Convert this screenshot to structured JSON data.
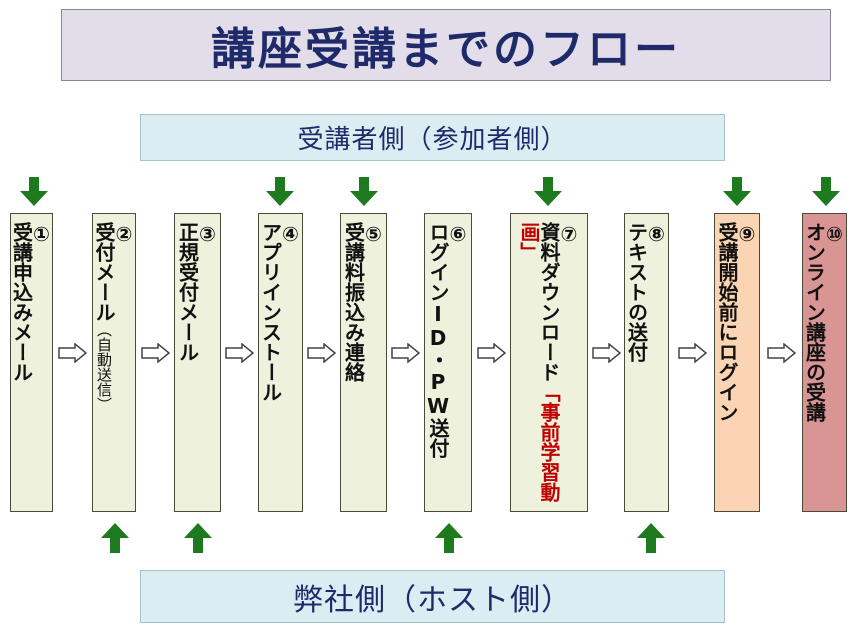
{
  "title": "講座受講までのフロー",
  "participant_label": "受講者側（参加者側）",
  "host_label": "弊社側（ホスト側）",
  "steps": [
    {
      "num": "①",
      "text": "受講申込みメール"
    },
    {
      "num": "②",
      "text": "受付メール",
      "sub": "（自動送信）"
    },
    {
      "num": "③",
      "text": "正規受付メール"
    },
    {
      "num": "④",
      "text": "アプリインストール"
    },
    {
      "num": "⑤",
      "text": "受講料振込み連絡"
    },
    {
      "num": "⑥",
      "text": "ログインID・PW送付"
    },
    {
      "num": "⑦",
      "red": "「事前学習動画」",
      "text": "資料ダウンロード"
    },
    {
      "num": "⑧",
      "text": "テキストの送付"
    },
    {
      "num": "⑨",
      "text": "受講開始前にログイン"
    },
    {
      "num": "⑩",
      "text": "オンライン講座の受講"
    }
  ],
  "colors": {
    "step_fill": "#eef1dc",
    "step9_fill": "#fbd5b3",
    "step10_fill": "#d99593",
    "arrow_green": "#1e7a1e",
    "title_text": "#1f2a6b",
    "highlight_red": "#c00000"
  },
  "icons": [
    "down-arrow-icon",
    "up-arrow-icon",
    "right-hollow-arrow-icon"
  ]
}
